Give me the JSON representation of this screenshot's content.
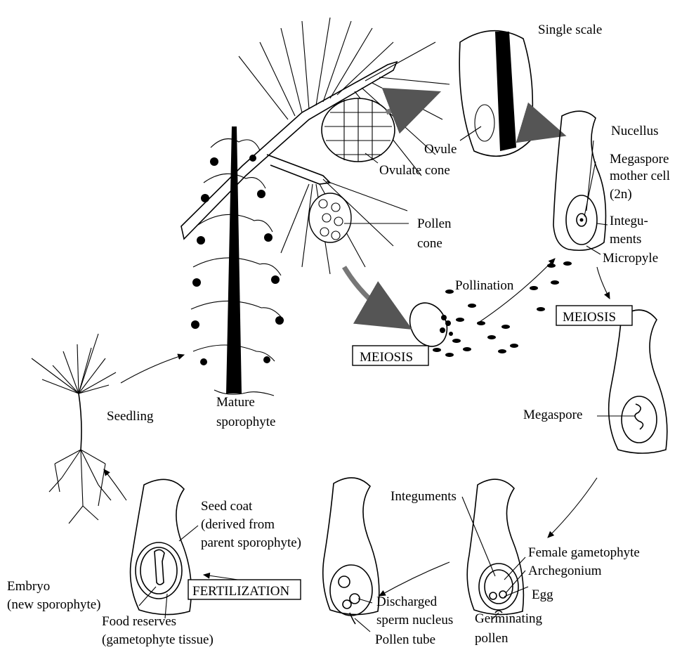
{
  "labels": {
    "single_scale": "Single scale",
    "nucellus": "Nucellus",
    "megaspore_mother_cell_1": "Megaspore",
    "megaspore_mother_cell_2": "mother cell",
    "megaspore_mother_cell_3": "(2n)",
    "integuments_top_1": "Integu-",
    "integuments_top_2": "ments",
    "micropyle": "Micropyle",
    "ovule": "Ovule",
    "ovulate_cone": "Ovulate cone",
    "pollen_cone_1": "Pollen",
    "pollen_cone_2": "cone",
    "pollination": "Pollination",
    "meiosis_left": "MEIOSIS",
    "meiosis_right": "MEIOSIS",
    "megaspore": "Megaspore",
    "seedling": "Seedling",
    "mature_sporophyte_1": "Mature",
    "mature_sporophyte_2": "sporophyte",
    "integuments_bottom": "Integuments",
    "female_gametophyte": "Female gametophyte",
    "archegonium": "Archegonium",
    "egg": "Egg",
    "germinating_pollen_1": "Germinating",
    "germinating_pollen_2": "pollen",
    "discharged_sperm_1": "Discharged",
    "discharged_sperm_2": "sperm nucleus",
    "pollen_tube": "Pollen tube",
    "fertilization": "FERTILIZATION",
    "seed_coat_1": "Seed coat",
    "seed_coat_2": "(derived from",
    "seed_coat_3": "parent sporophyte)",
    "embryo_1": "Embryo",
    "embryo_2": "(new sporophyte)",
    "food_reserves_1": "Food reserves",
    "food_reserves_2": "(gametophyte tissue)"
  },
  "colors": {
    "ink": "#000000",
    "paper": "#ffffff",
    "shade": "#888888"
  }
}
